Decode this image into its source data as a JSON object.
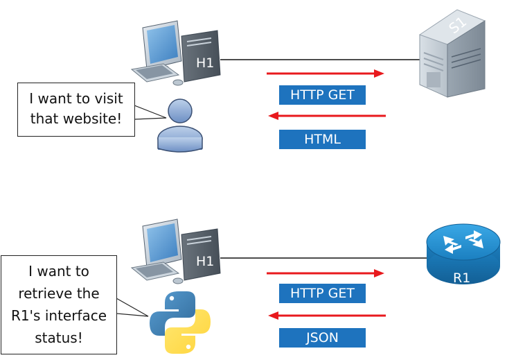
{
  "top": {
    "host_label": "H1",
    "server_label": "S1",
    "callout_lines": [
      "I want to visit",
      "that website!"
    ],
    "request_label": "HTTP GET",
    "response_label": "HTML",
    "client_icon": "person-icon"
  },
  "bottom": {
    "host_label": "H1",
    "router_label": "R1",
    "callout_lines": [
      "I want to",
      "retrieve the",
      "R1's interface",
      "status!"
    ],
    "request_label": "HTTP GET",
    "response_label": "JSON",
    "client_icon": "python-logo-icon"
  },
  "colors": {
    "arrow": "#e8191d",
    "label_box": "#1e73be",
    "router": "#1f8fcf",
    "server": "#c5ced6"
  }
}
